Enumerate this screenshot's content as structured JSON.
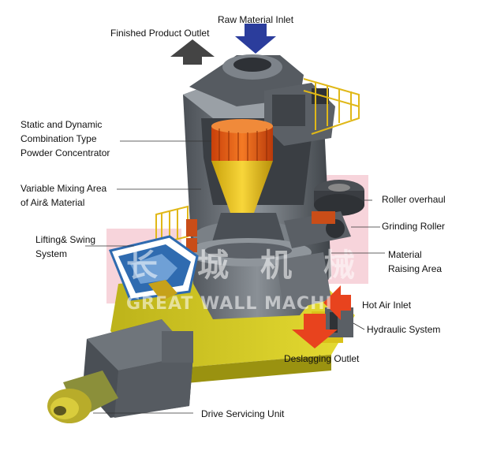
{
  "labels": {
    "raw_material_inlet": "Raw Material Inlet",
    "finished_product_outlet": "Finished Product Outlet",
    "powder_concentrator": [
      "Static and Dynamic",
      "Combination Type",
      "Powder Concentrator"
    ],
    "variable_mixing_area": [
      "Variable Mixing Area",
      "of Air& Material"
    ],
    "roller_overhaul": "Roller overhaul",
    "grinding_roller": "Grinding Roller",
    "lifting_swing_system": [
      "Lifting& Swing",
      "System"
    ],
    "material_raising_area": [
      "Material",
      "Raising Area"
    ],
    "hot_air_inlet": "Hot Air Inlet",
    "hydraulic_system": "Hydraulic System",
    "deslagging_outlet": "Deslagging Outlet",
    "drive_servicing_unit": "Drive Servicing Unit"
  },
  "watermark": {
    "text": "GREAT WALL MACHI",
    "chinese": [
      "长",
      "城",
      "机",
      "械"
    ]
  },
  "colors": {
    "inlet_arrow": "#2b3d9c",
    "outlet_arrow": "#444444",
    "hot_air_arrow": "#e8431e",
    "mill_grey": "#6a6f75",
    "concentrator_orange": "#e85a12",
    "cone_yellow": "#f2c418",
    "base_yellow": "#d7cf1e",
    "highlight_pink": "#f4c6cf",
    "swing_blue": "#2f6bb0"
  }
}
